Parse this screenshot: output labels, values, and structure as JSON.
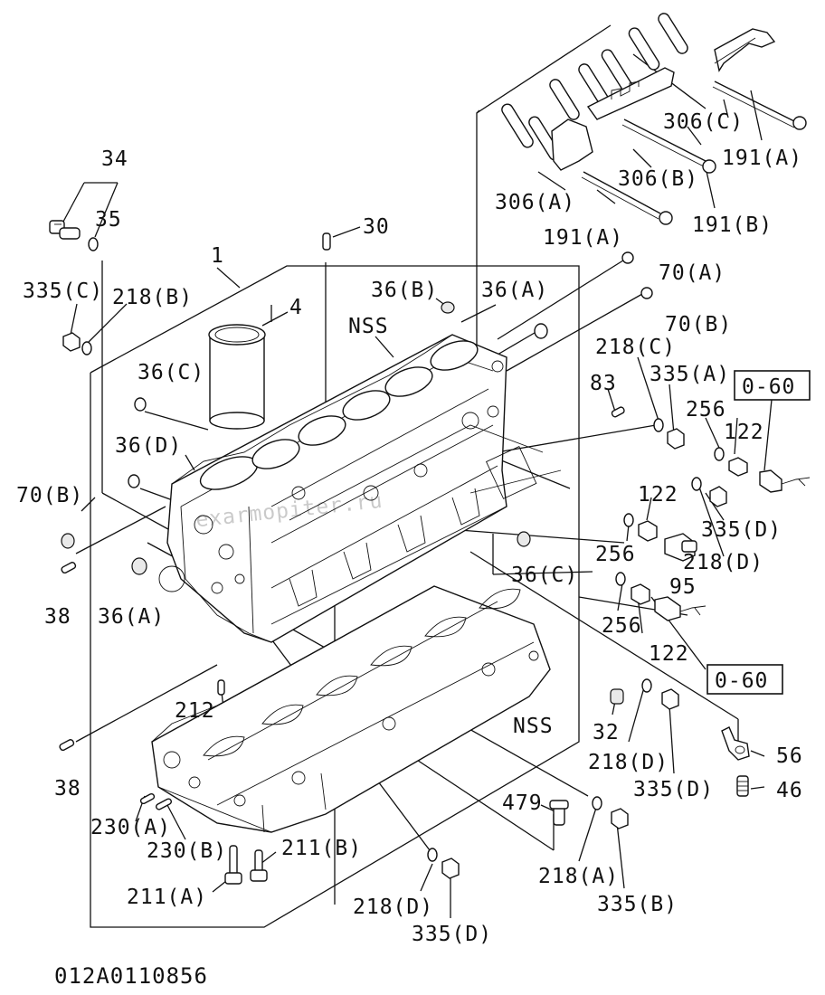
{
  "labels": {
    "l34": "34",
    "l35": "35",
    "l335c": "335(C)",
    "l218b": "218(B)",
    "l30": "30",
    "l1": "1",
    "l4": "4",
    "l36b": "36(B)",
    "l36a_top": "36(A)",
    "lnss_top": "NSS",
    "l306c": "306(C)",
    "l191a": "191(A)",
    "l306b": "306(B)",
    "l306a": "306(A)",
    "l191b": "191(B)",
    "l191a_2": "191(A)",
    "l70a": "70(A)",
    "l70b_right": "70(B)",
    "l218c": "218(C)",
    "l335a": "335(A)",
    "l83": "83",
    "l060_top": "0-60",
    "l256_top": "256",
    "l122_top": "122",
    "l36c_left": "36(C)",
    "l36d_left": "36(D)",
    "l70b_left": "70(B)",
    "l38_top": "38",
    "l36a_left": "36(A)",
    "l122_mid": "122",
    "l335d_mid": "335(D)",
    "l256_mid": "256",
    "l218d_mid": "218(D)",
    "l95": "95",
    "l36c_mid": "36(C)",
    "l256_low": "256",
    "l122_low": "122",
    "l060_low": "0-60",
    "l212": "212",
    "l32": "32",
    "lnss_low": "NSS",
    "l218d_low": "218(D)",
    "l335d_low": "335(D)",
    "l56": "56",
    "l46": "46",
    "l38_low": "38",
    "l230a": "230(A)",
    "l230b": "230(B)",
    "l211b": "211(B)",
    "l211a": "211(A)",
    "l479": "479",
    "l218a": "218(A)",
    "l335b": "335(B)",
    "l218d_bot": "218(D)",
    "l335d_bot": "335(D)"
  },
  "footer": {
    "drawing_id": "012A0110856"
  },
  "watermark": "exarmopiter.ru"
}
